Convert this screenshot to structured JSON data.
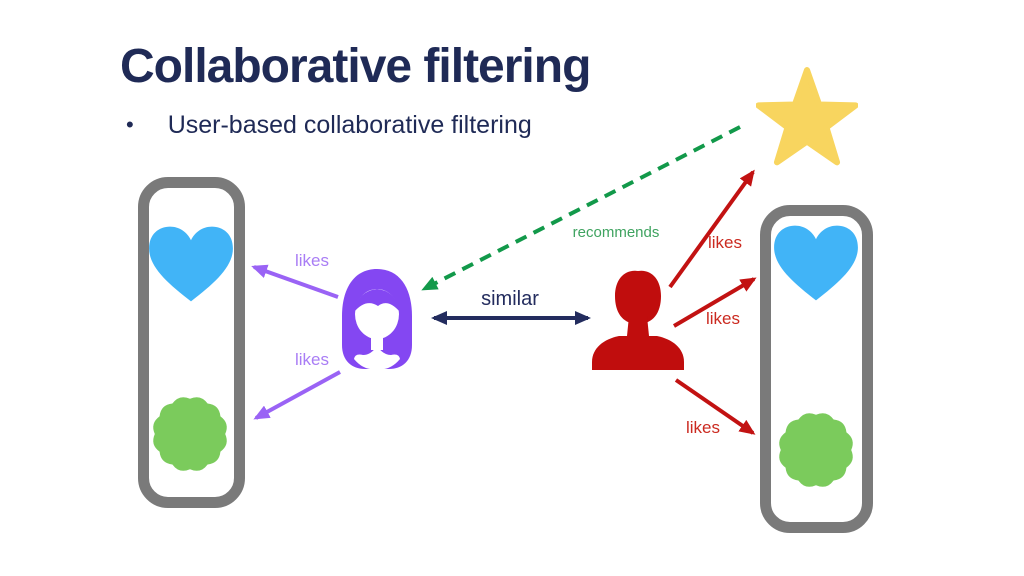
{
  "slide": {
    "title": "Collaborative filtering",
    "bullet_marker": "•",
    "bullet_text": "User-based collaborative filtering"
  },
  "labels": {
    "left_likes_top": "likes",
    "left_likes_bottom": "likes",
    "similar": "similar",
    "recommends": "recommends",
    "right_likes_star": "likes",
    "right_likes_heart": "likes",
    "right_likes_blob": "likes"
  },
  "icons": {
    "left_shelf_items": [
      "heart-icon",
      "blob-icon"
    ],
    "right_shelf_items": [
      "heart-icon",
      "blob-icon"
    ],
    "recommended_item": "star-icon",
    "left_user": "woman-user-icon",
    "right_user": "man-user-icon"
  },
  "colors": {
    "title_navy": "#1F2A56",
    "purple_user": "#8447F2",
    "purple_arrow": "#9A63F5",
    "purple_label": "#A97DF5",
    "red_user": "#C00D0D",
    "red_arrow": "#C21212",
    "red_label": "#CB2A20",
    "green_arrow": "#12994A",
    "green_label": "#3FA360",
    "navy_arrow": "#232C5E",
    "blue_heart": "#41B4F7",
    "green_item": "#7BCB5C",
    "gold_star": "#F8D55F",
    "gray_shelf": "#7A7A7A",
    "background": "#FFFFFF"
  }
}
